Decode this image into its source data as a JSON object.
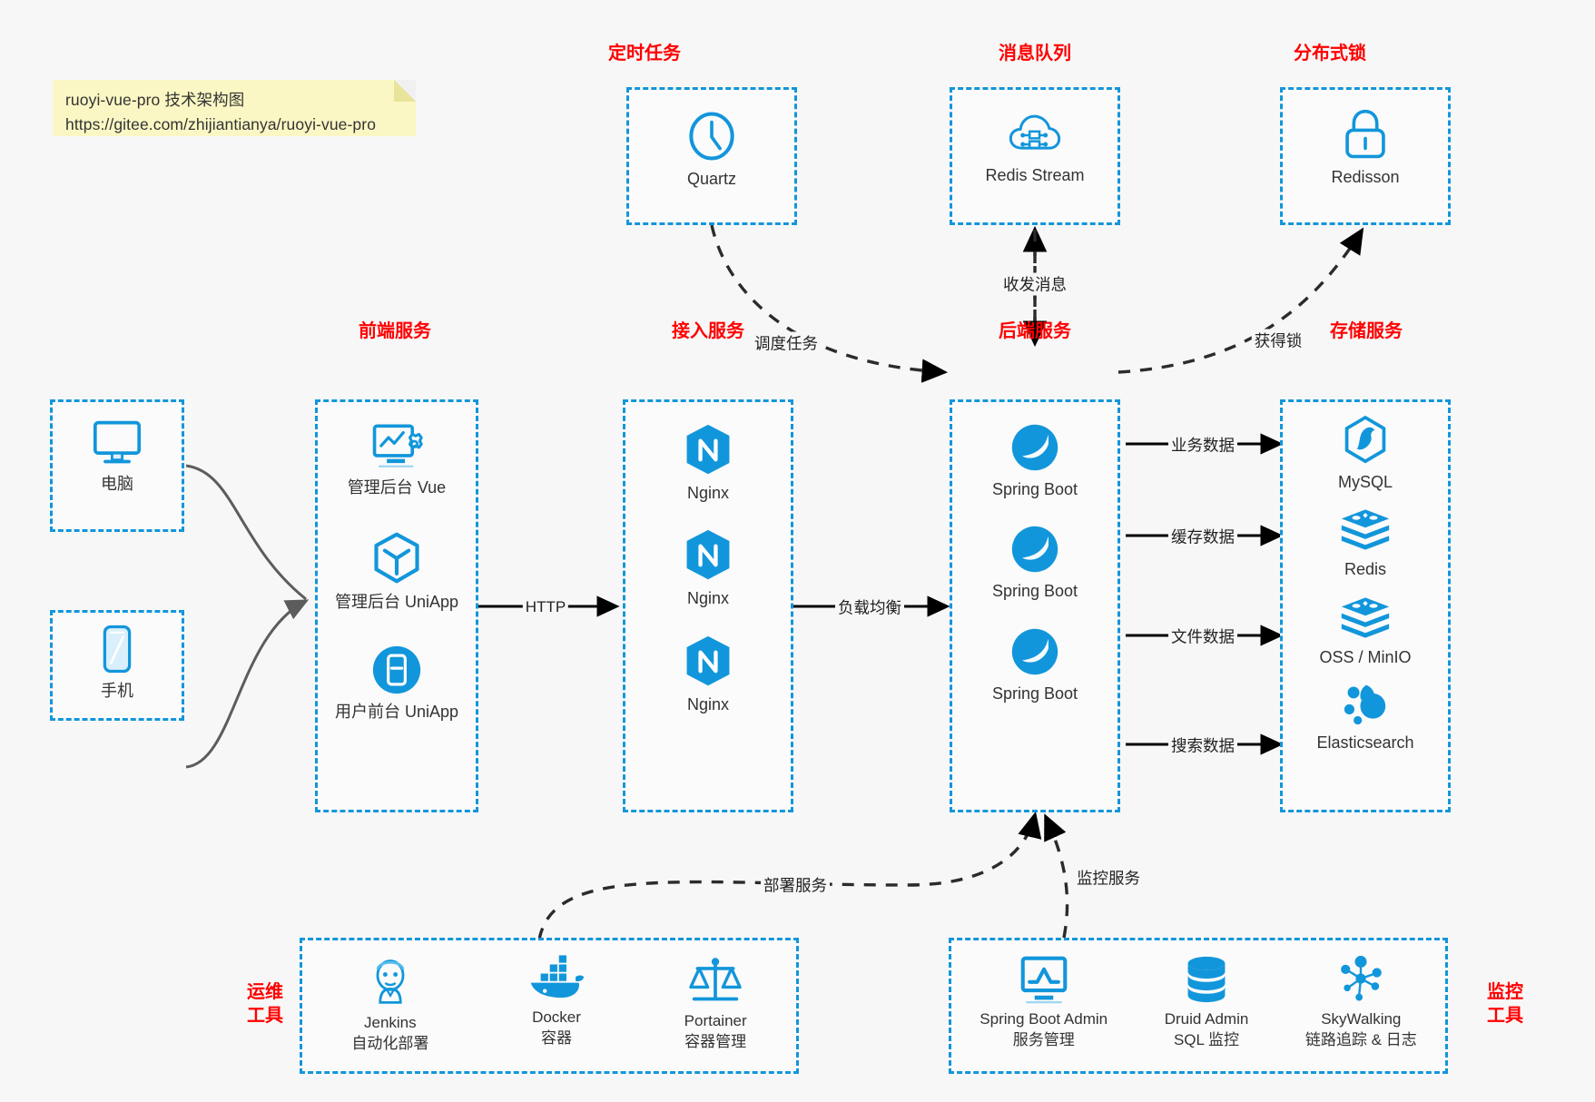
{
  "note": {
    "line1": "ruoyi-vue-pro 技术架构图",
    "line2": "https://gitee.com/zhijiantianya/ruoyi-vue-pro"
  },
  "colors": {
    "accent": "#1296db",
    "title": "#ff0000",
    "text": "#333333",
    "edge": "#3a3a3a",
    "note_bg": "#fbf7c4",
    "canvas_bg": "#f7f7f7"
  },
  "groups": {
    "scheduler": {
      "title": "定时任务",
      "nodes": [
        {
          "icon": "clock-icon",
          "label": "Quartz"
        }
      ]
    },
    "mq": {
      "title": "消息队列",
      "nodes": [
        {
          "icon": "cloud-stream-icon",
          "label": "Redis Stream"
        }
      ]
    },
    "lock": {
      "title": "分布式锁",
      "nodes": [
        {
          "icon": "lock-icon",
          "label": "Redisson"
        }
      ]
    },
    "clients": {
      "nodes": [
        {
          "icon": "desktop-icon",
          "label": "电脑"
        },
        {
          "icon": "phone-icon",
          "label": "手机"
        }
      ]
    },
    "frontend": {
      "title": "前端服务",
      "nodes": [
        {
          "icon": "dashboard-icon",
          "label": "管理后台 Vue"
        },
        {
          "icon": "cube-icon",
          "label": "管理后台 UniApp"
        },
        {
          "icon": "mobile-app-icon",
          "label": "用户前台 UniApp"
        }
      ]
    },
    "gateway": {
      "title": "接入服务",
      "nodes": [
        {
          "icon": "nginx-icon",
          "label": "Nginx"
        },
        {
          "icon": "nginx-icon",
          "label": "Nginx"
        },
        {
          "icon": "nginx-icon",
          "label": "Nginx"
        }
      ]
    },
    "backend": {
      "title": "后端服务",
      "nodes": [
        {
          "icon": "spring-boot-icon",
          "label": "Spring Boot"
        },
        {
          "icon": "spring-boot-icon",
          "label": "Spring Boot"
        },
        {
          "icon": "spring-boot-icon",
          "label": "Spring Boot"
        }
      ]
    },
    "storage": {
      "title": "存储服务",
      "nodes": [
        {
          "icon": "mysql-icon",
          "label": "MySQL"
        },
        {
          "icon": "redis-icon",
          "label": "Redis"
        },
        {
          "icon": "oss-icon",
          "label": "OSS / MinIO"
        },
        {
          "icon": "elasticsearch-icon",
          "label": "Elasticsearch"
        }
      ]
    },
    "devops": {
      "title": "运维\n工具",
      "nodes": [
        {
          "icon": "jenkins-icon",
          "label": "Jenkins\n自动化部署"
        },
        {
          "icon": "docker-icon",
          "label": "Docker\n容器"
        },
        {
          "icon": "portainer-icon",
          "label": "Portainer\n容器管理"
        }
      ]
    },
    "monitor": {
      "title": "监控\n工具",
      "nodes": [
        {
          "icon": "monitor-chart-icon",
          "label": "Spring Boot Admin\n服务管理"
        },
        {
          "icon": "database-icon",
          "label": "Druid Admin\nSQL 监控"
        },
        {
          "icon": "skywalking-icon",
          "label": "SkyWalking\n链路追踪 & 日志"
        }
      ]
    }
  },
  "edges": [
    {
      "name": "edge-scheduler-to-backend",
      "label": "调度任务"
    },
    {
      "name": "edge-mq-backend",
      "label": "收发消息"
    },
    {
      "name": "edge-backend-to-lock",
      "label": "获得锁"
    },
    {
      "name": "edge-frontend-to-gateway",
      "label": "HTTP"
    },
    {
      "name": "edge-gateway-to-backend",
      "label": "负载均衡"
    },
    {
      "name": "edge-backend-to-mysql",
      "label": "业务数据"
    },
    {
      "name": "edge-backend-to-redis",
      "label": "缓存数据"
    },
    {
      "name": "edge-backend-to-oss",
      "label": "文件数据"
    },
    {
      "name": "edge-backend-to-es",
      "label": "搜索数据"
    },
    {
      "name": "edge-devops-to-backend",
      "label": "部署服务"
    },
    {
      "name": "edge-monitor-to-backend",
      "label": "监控服务"
    }
  ]
}
